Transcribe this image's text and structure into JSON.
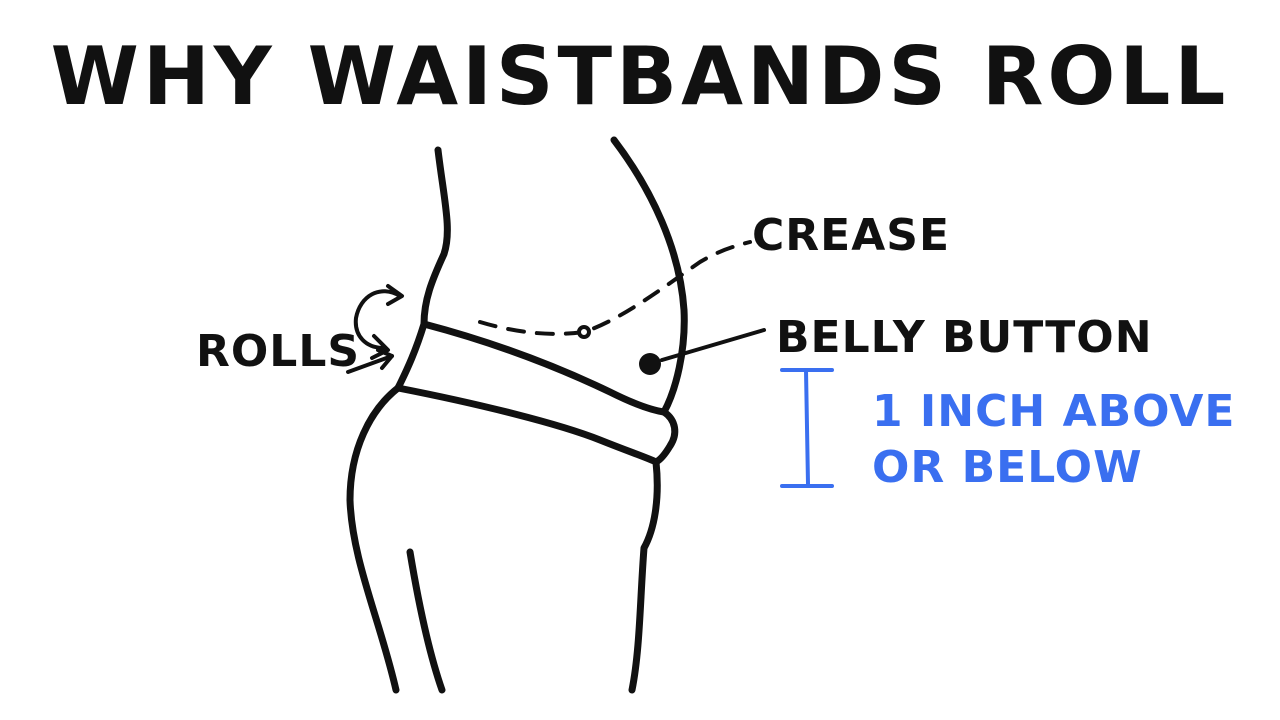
{
  "title": "WHY WAISTBANDS ROLL",
  "labels": {
    "crease": "CREASE",
    "rolls": "ROLLS",
    "belly_button": "BELLY BUTTON",
    "measure_line1": "1 INCH ABOVE",
    "measure_line2": "OR BELOW"
  },
  "colors": {
    "ink": "#111111",
    "accent": "#3a6ff0",
    "background": "#ffffff"
  }
}
